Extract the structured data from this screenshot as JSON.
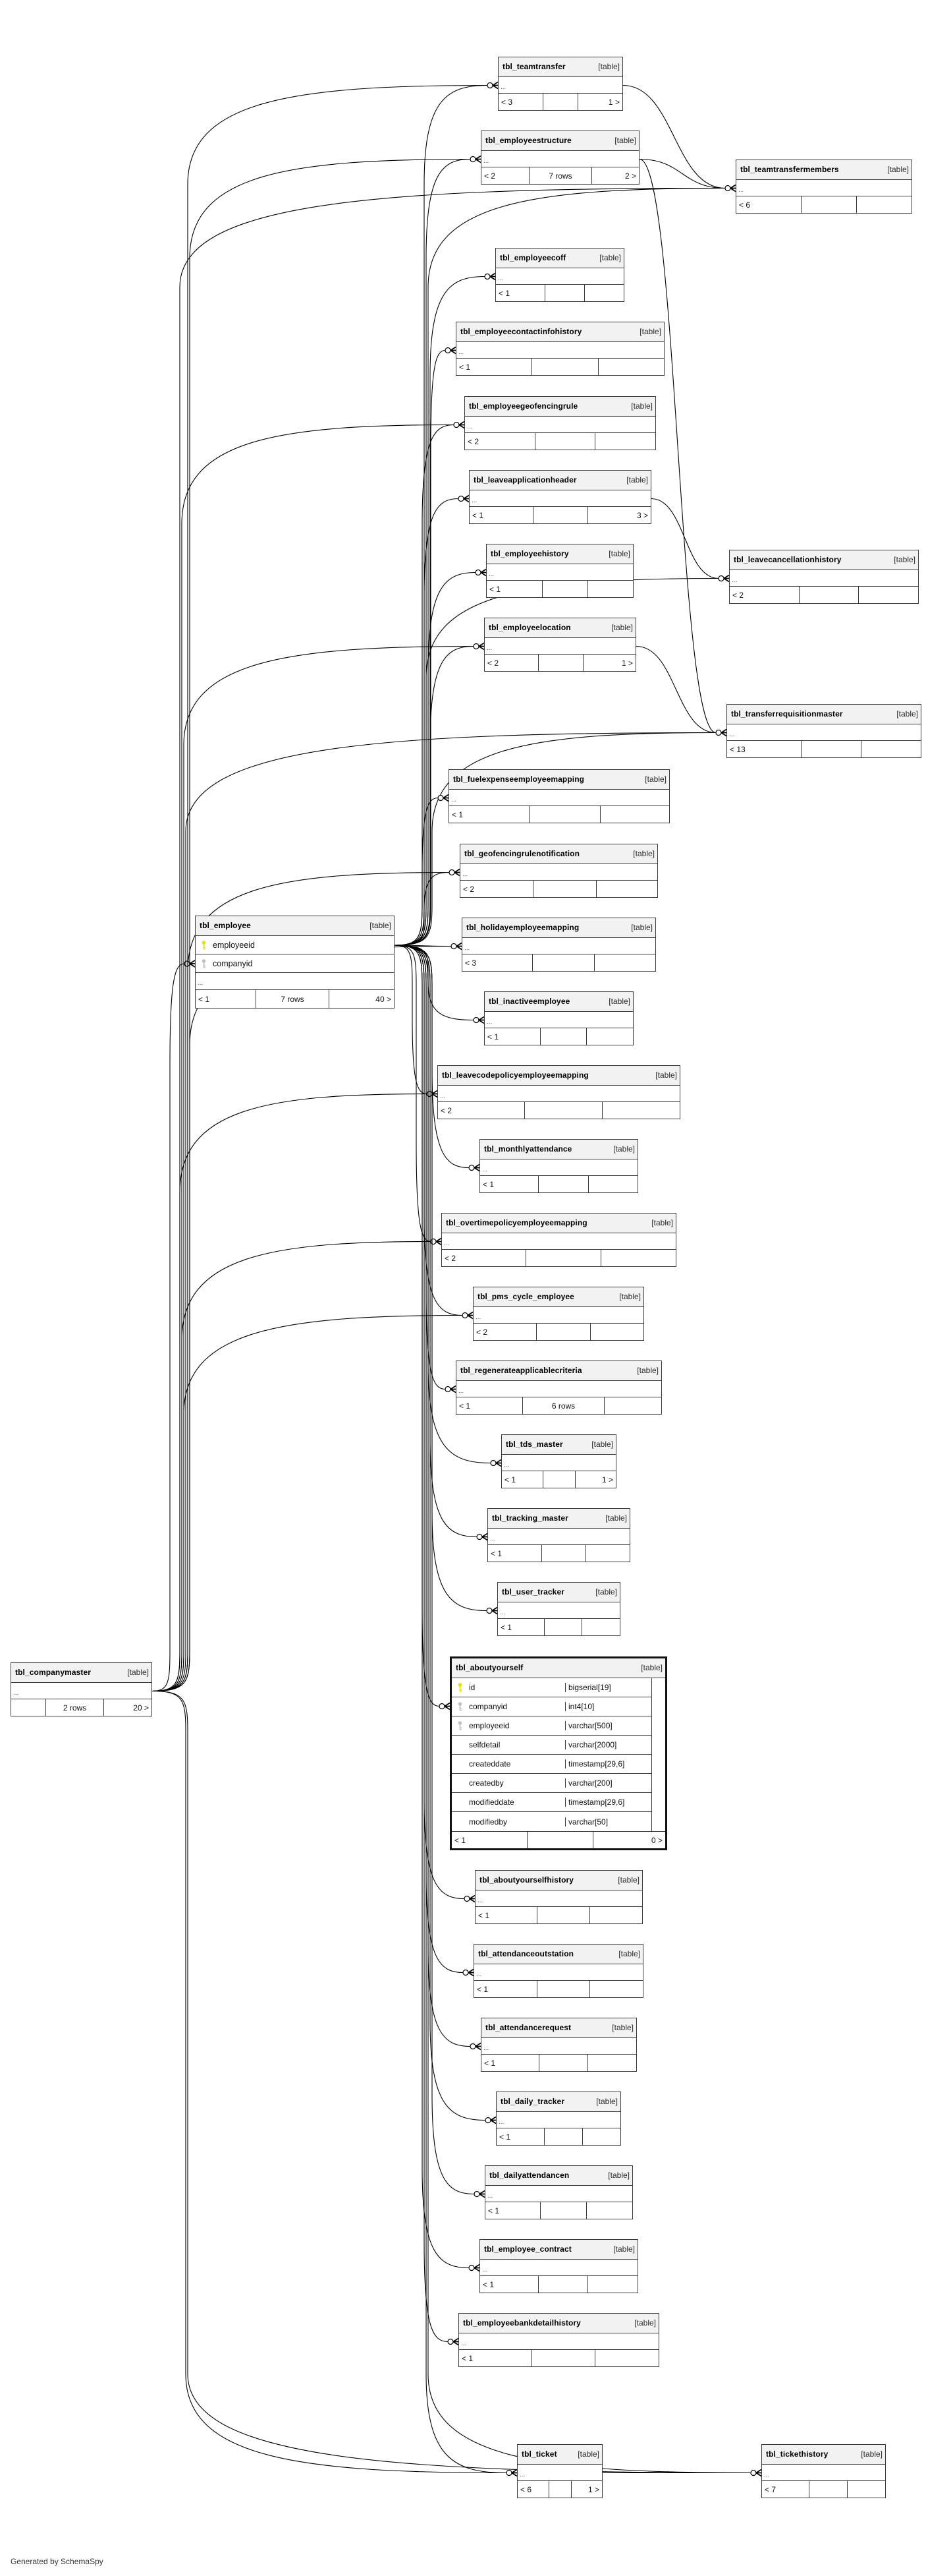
{
  "footer_note": "Generated by SchemaSpy",
  "colors": {
    "primary_key": "#e6e000",
    "foreign_key": "#c0c0c0",
    "line": "#000000",
    "header_bg": "#f2f2f2"
  },
  "tables": [
    {
      "name": "tbl_teamtransfer",
      "type": "[table]",
      "columns": [
        {
          "name": "..."
        }
      ],
      "footer": {
        "parents": "< 3",
        "rows": "",
        "children": "1 >"
      }
    },
    {
      "name": "tbl_employeestructure",
      "type": "[table]",
      "columns": [
        {
          "name": "..."
        }
      ],
      "footer": {
        "parents": "< 2",
        "rows": "7 rows",
        "children": "2 >"
      }
    },
    {
      "name": "tbl_teamtransfermembers",
      "type": "[table]",
      "columns": [
        {
          "name": "..."
        }
      ],
      "footer": {
        "parents": "< 6",
        "rows": "",
        "children": ""
      }
    },
    {
      "name": "tbl_employeecoff",
      "type": "[table]",
      "columns": [
        {
          "name": "..."
        }
      ],
      "footer": {
        "parents": "< 1",
        "rows": "",
        "children": ""
      }
    },
    {
      "name": "tbl_employeecontactinfohistory",
      "type": "[table]",
      "columns": [
        {
          "name": "..."
        }
      ],
      "footer": {
        "parents": "< 1",
        "rows": "",
        "children": ""
      }
    },
    {
      "name": "tbl_employeegeofencingrule",
      "type": "[table]",
      "columns": [
        {
          "name": "..."
        }
      ],
      "footer": {
        "parents": "< 2",
        "rows": "",
        "children": ""
      }
    },
    {
      "name": "tbl_leaveapplicationheader",
      "type": "[table]",
      "columns": [
        {
          "name": "..."
        }
      ],
      "footer": {
        "parents": "< 1",
        "rows": "",
        "children": "3 >"
      }
    },
    {
      "name": "tbl_leavecancellationhistory",
      "type": "[table]",
      "columns": [
        {
          "name": "..."
        }
      ],
      "footer": {
        "parents": "< 2",
        "rows": "",
        "children": ""
      }
    },
    {
      "name": "tbl_employeehistory",
      "type": "[table]",
      "columns": [
        {
          "name": "..."
        }
      ],
      "footer": {
        "parents": "< 1",
        "rows": "",
        "children": ""
      }
    },
    {
      "name": "tbl_employeelocation",
      "type": "[table]",
      "columns": [
        {
          "name": "..."
        }
      ],
      "footer": {
        "parents": "< 2",
        "rows": "",
        "children": "1 >"
      }
    },
    {
      "name": "tbl_transferrequisitionmaster",
      "type": "[table]",
      "columns": [
        {
          "name": "..."
        }
      ],
      "footer": {
        "parents": "< 13",
        "rows": "",
        "children": ""
      }
    },
    {
      "name": "tbl_fuelexpenseemployeemapping",
      "type": "[table]",
      "columns": [
        {
          "name": "..."
        }
      ],
      "footer": {
        "parents": "< 1",
        "rows": "",
        "children": ""
      }
    },
    {
      "name": "tbl_geofencingrulenotification",
      "type": "[table]",
      "columns": [
        {
          "name": "..."
        }
      ],
      "footer": {
        "parents": "< 2",
        "rows": "",
        "children": ""
      }
    },
    {
      "name": "tbl_employee",
      "type": "[table]",
      "columns": [
        {
          "name": "employeeid",
          "key": "primary"
        },
        {
          "name": "companyid",
          "key": "foreign"
        },
        {
          "name": "..."
        }
      ],
      "footer": {
        "parents": "< 1",
        "rows": "7 rows",
        "children": "40 >"
      }
    },
    {
      "name": "tbl_holidayemployeemapping",
      "type": "[table]",
      "columns": [
        {
          "name": "..."
        }
      ],
      "footer": {
        "parents": "< 3",
        "rows": "",
        "children": ""
      }
    },
    {
      "name": "tbl_inactiveemployee",
      "type": "[table]",
      "columns": [
        {
          "name": "..."
        }
      ],
      "footer": {
        "parents": "< 1",
        "rows": "",
        "children": ""
      }
    },
    {
      "name": "tbl_leavecodepolicyemployeemapping",
      "type": "[table]",
      "columns": [
        {
          "name": "..."
        }
      ],
      "footer": {
        "parents": "< 2",
        "rows": "",
        "children": ""
      }
    },
    {
      "name": "tbl_monthlyattendance",
      "type": "[table]",
      "columns": [
        {
          "name": "..."
        }
      ],
      "footer": {
        "parents": "< 1",
        "rows": "",
        "children": ""
      }
    },
    {
      "name": "tbl_overtimepolicyemployeemapping",
      "type": "[table]",
      "columns": [
        {
          "name": "..."
        }
      ],
      "footer": {
        "parents": "< 2",
        "rows": "",
        "children": ""
      }
    },
    {
      "name": "tbl_pms_cycle_employee",
      "type": "[table]",
      "columns": [
        {
          "name": "..."
        }
      ],
      "footer": {
        "parents": "< 2",
        "rows": "",
        "children": ""
      }
    },
    {
      "name": "tbl_regenerateapplicablecriteria",
      "type": "[table]",
      "columns": [
        {
          "name": "..."
        }
      ],
      "footer": {
        "parents": "< 1",
        "rows": "6 rows",
        "children": ""
      }
    },
    {
      "name": "tbl_tds_master",
      "type": "[table]",
      "columns": [
        {
          "name": "..."
        }
      ],
      "footer": {
        "parents": "< 1",
        "rows": "",
        "children": "1 >"
      }
    },
    {
      "name": "tbl_tracking_master",
      "type": "[table]",
      "columns": [
        {
          "name": "..."
        }
      ],
      "footer": {
        "parents": "< 1",
        "rows": "",
        "children": ""
      }
    },
    {
      "name": "tbl_user_tracker",
      "type": "[table]",
      "columns": [
        {
          "name": "..."
        }
      ],
      "footer": {
        "parents": "< 1",
        "rows": "",
        "children": ""
      }
    },
    {
      "name": "tbl_companymaster",
      "type": "[table]",
      "columns": [
        {
          "name": "..."
        }
      ],
      "footer": {
        "parents": "",
        "rows": "2 rows",
        "children": "20 >"
      }
    },
    {
      "name": "tbl_aboutyourself",
      "type": "[table]",
      "columns": [
        {
          "name": "id",
          "type": "bigserial[19]",
          "key": "primary"
        },
        {
          "name": "companyid",
          "type": "int4[10]",
          "key": "foreign"
        },
        {
          "name": "employeeid",
          "type": "varchar[500]",
          "key": "foreign"
        },
        {
          "name": "selfdetail",
          "type": "varchar[2000]"
        },
        {
          "name": "createddate",
          "type": "timestamp[29,6]"
        },
        {
          "name": "createdby",
          "type": "varchar[200]"
        },
        {
          "name": "modifieddate",
          "type": "timestamp[29,6]"
        },
        {
          "name": "modifiedby",
          "type": "varchar[50]"
        }
      ],
      "footer": {
        "parents": "< 1",
        "rows": "",
        "children": "0 >"
      }
    },
    {
      "name": "tbl_aboutyourselfhistory",
      "type": "[table]",
      "columns": [
        {
          "name": "..."
        }
      ],
      "footer": {
        "parents": "< 1",
        "rows": "",
        "children": ""
      }
    },
    {
      "name": "tbl_attendanceoutstation",
      "type": "[table]",
      "columns": [
        {
          "name": "..."
        }
      ],
      "footer": {
        "parents": "< 1",
        "rows": "",
        "children": ""
      }
    },
    {
      "name": "tbl_attendancerequest",
      "type": "[table]",
      "columns": [
        {
          "name": "..."
        }
      ],
      "footer": {
        "parents": "< 1",
        "rows": "",
        "children": ""
      }
    },
    {
      "name": "tbl_daily_tracker",
      "type": "[table]",
      "columns": [
        {
          "name": "..."
        }
      ],
      "footer": {
        "parents": "< 1",
        "rows": "",
        "children": ""
      }
    },
    {
      "name": "tbl_dailyattendancen",
      "type": "[table]",
      "columns": [
        {
          "name": "..."
        }
      ],
      "footer": {
        "parents": "< 1",
        "rows": "",
        "children": ""
      }
    },
    {
      "name": "tbl_employee_contract",
      "type": "[table]",
      "columns": [
        {
          "name": "..."
        }
      ],
      "footer": {
        "parents": "< 1",
        "rows": "",
        "children": ""
      }
    },
    {
      "name": "tbl_employeebankdetailhistory",
      "type": "[table]",
      "columns": [
        {
          "name": "..."
        }
      ],
      "footer": {
        "parents": "< 1",
        "rows": "",
        "children": ""
      }
    },
    {
      "name": "tbl_ticket",
      "type": "[table]",
      "columns": [
        {
          "name": "..."
        }
      ],
      "footer": {
        "parents": "< 6",
        "rows": "",
        "children": "1 >"
      }
    },
    {
      "name": "tbl_tickethistory",
      "type": "[table]",
      "columns": [
        {
          "name": "..."
        }
      ],
      "footer": {
        "parents": "< 7",
        "rows": "",
        "children": ""
      }
    }
  ],
  "relationships": [
    {
      "parent": "tbl_companymaster",
      "child": "tbl_employee",
      "child_column": "companyid"
    },
    {
      "parent": "tbl_employee",
      "parent_column": "employeeid",
      "child": "tbl_teamtransfer"
    },
    {
      "parent": "tbl_employee",
      "parent_column": "employeeid",
      "child": "tbl_employeestructure"
    },
    {
      "parent": "tbl_employee",
      "parent_column": "employeeid",
      "child": "tbl_teamtransfermembers"
    },
    {
      "parent": "tbl_employee",
      "parent_column": "employeeid",
      "child": "tbl_employeecoff"
    },
    {
      "parent": "tbl_employee",
      "parent_column": "employeeid",
      "child": "tbl_employeecontactinfohistory"
    },
    {
      "parent": "tbl_employee",
      "parent_column": "employeeid",
      "child": "tbl_employeegeofencingrule"
    },
    {
      "parent": "tbl_employee",
      "parent_column": "employeeid",
      "child": "tbl_leaveapplicationheader"
    },
    {
      "parent": "tbl_employee",
      "parent_column": "employeeid",
      "child": "tbl_leavecancellationhistory"
    },
    {
      "parent": "tbl_employee",
      "parent_column": "employeeid",
      "child": "tbl_employeehistory"
    },
    {
      "parent": "tbl_employee",
      "parent_column": "employeeid",
      "child": "tbl_employeelocation"
    },
    {
      "parent": "tbl_employee",
      "parent_column": "employeeid",
      "child": "tbl_transferrequisitionmaster"
    },
    {
      "parent": "tbl_employee",
      "parent_column": "employeeid",
      "child": "tbl_fuelexpenseemployeemapping"
    },
    {
      "parent": "tbl_employee",
      "parent_column": "employeeid",
      "child": "tbl_geofencingrulenotification"
    },
    {
      "parent": "tbl_employee",
      "parent_column": "employeeid",
      "child": "tbl_holidayemployeemapping"
    },
    {
      "parent": "tbl_employee",
      "parent_column": "employeeid",
      "child": "tbl_inactiveemployee"
    },
    {
      "parent": "tbl_employee",
      "parent_column": "employeeid",
      "child": "tbl_leavecodepolicyemployeemapping"
    },
    {
      "parent": "tbl_employee",
      "parent_column": "employeeid",
      "child": "tbl_monthlyattendance"
    },
    {
      "parent": "tbl_employee",
      "parent_column": "employeeid",
      "child": "tbl_overtimepolicyemployeemapping"
    },
    {
      "parent": "tbl_employee",
      "parent_column": "employeeid",
      "child": "tbl_pms_cycle_employee"
    },
    {
      "parent": "tbl_employee",
      "parent_column": "employeeid",
      "child": "tbl_regenerateapplicablecriteria"
    },
    {
      "parent": "tbl_employee",
      "parent_column": "employeeid",
      "child": "tbl_tds_master"
    },
    {
      "parent": "tbl_employee",
      "parent_column": "employeeid",
      "child": "tbl_tracking_master"
    },
    {
      "parent": "tbl_employee",
      "parent_column": "employeeid",
      "child": "tbl_user_tracker"
    },
    {
      "parent": "tbl_employee",
      "parent_column": "employeeid",
      "child": "tbl_aboutyourself",
      "child_column": "employeeid"
    },
    {
      "parent": "tbl_employee",
      "parent_column": "employeeid",
      "child": "tbl_aboutyourselfhistory"
    },
    {
      "parent": "tbl_employee",
      "parent_column": "employeeid",
      "child": "tbl_attendanceoutstation"
    },
    {
      "parent": "tbl_employee",
      "parent_column": "employeeid",
      "child": "tbl_attendancerequest"
    },
    {
      "parent": "tbl_employee",
      "parent_column": "employeeid",
      "child": "tbl_daily_tracker"
    },
    {
      "parent": "tbl_employee",
      "parent_column": "employeeid",
      "child": "tbl_dailyattendancen"
    },
    {
      "parent": "tbl_employee",
      "parent_column": "employeeid",
      "child": "tbl_employee_contract"
    },
    {
      "parent": "tbl_employee",
      "parent_column": "employeeid",
      "child": "tbl_employeebankdetailhistory"
    },
    {
      "parent": "tbl_employee",
      "parent_column": "employeeid",
      "child": "tbl_ticket"
    },
    {
      "parent": "tbl_employee",
      "parent_column": "employeeid",
      "child": "tbl_tickethistory"
    },
    {
      "parent": "tbl_companymaster",
      "child": "tbl_teamtransfer"
    },
    {
      "parent": "tbl_companymaster",
      "child": "tbl_employeestructure"
    },
    {
      "parent": "tbl_companymaster",
      "child": "tbl_teamtransfermembers"
    },
    {
      "parent": "tbl_companymaster",
      "child": "tbl_employeegeofencingrule"
    },
    {
      "parent": "tbl_companymaster",
      "child": "tbl_employeelocation"
    },
    {
      "parent": "tbl_companymaster",
      "child": "tbl_transferrequisitionmaster"
    },
    {
      "parent": "tbl_companymaster",
      "child": "tbl_geofencingrulenotification"
    },
    {
      "parent": "tbl_companymaster",
      "child": "tbl_holidayemployeemapping"
    },
    {
      "parent": "tbl_companymaster",
      "child": "tbl_leavecodepolicyemployeemapping"
    },
    {
      "parent": "tbl_companymaster",
      "child": "tbl_overtimepolicyemployeemapping"
    },
    {
      "parent": "tbl_companymaster",
      "child": "tbl_pms_cycle_employee"
    },
    {
      "parent": "tbl_companymaster",
      "child": "tbl_ticket"
    },
    {
      "parent": "tbl_companymaster",
      "child": "tbl_tickethistory"
    },
    {
      "parent": "tbl_teamtransfer",
      "child": "tbl_teamtransfermembers"
    },
    {
      "parent": "tbl_employeestructure",
      "child": "tbl_teamtransfermembers"
    },
    {
      "parent": "tbl_employeestructure",
      "child": "tbl_transferrequisitionmaster"
    },
    {
      "parent": "tbl_leaveapplicationheader",
      "child": "tbl_leavecancellationhistory"
    },
    {
      "parent": "tbl_employeelocation",
      "child": "tbl_transferrequisitionmaster"
    },
    {
      "parent": "tbl_ticket",
      "child": "tbl_tickethistory"
    }
  ]
}
